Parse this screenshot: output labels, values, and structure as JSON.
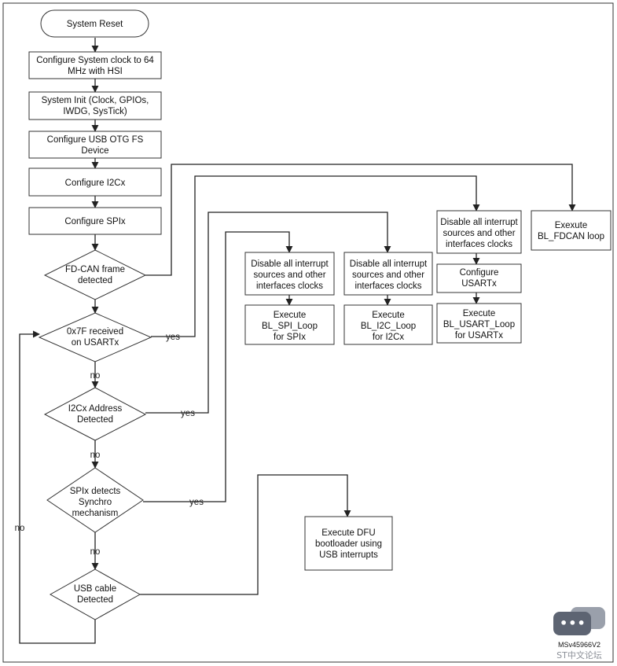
{
  "nodes": {
    "system_reset": [
      "System Reset"
    ],
    "config_clock": [
      "Configure System clock to 64",
      "MHz with HSI"
    ],
    "system_init": [
      "System Init (Clock, GPIOs,",
      "IWDG, SysTick)"
    ],
    "config_usb": [
      "Configure USB OTG FS",
      "Device"
    ],
    "config_i2c": [
      "Configure I2Cx"
    ],
    "config_spi": [
      "Configure SPIx"
    ],
    "fdcan_detected": [
      "FD-CAN frame",
      "detected"
    ],
    "usart_received": [
      "0x7F received",
      "on USARTx"
    ],
    "i2c_detected": [
      "I2Cx Address",
      "Detected"
    ],
    "spi_detected": [
      "SPIx detects",
      "Synchro",
      "mechanism"
    ],
    "usb_detected": [
      "USB cable",
      "Detected"
    ],
    "spi_disable": [
      "Disable all interrupt",
      "sources and other",
      "interfaces clocks"
    ],
    "spi_execute": [
      "Execute",
      "BL_SPI_Loop",
      "for SPIx"
    ],
    "i2c_disable": [
      "Disable all interrupt",
      "sources and other",
      "interfaces clocks"
    ],
    "i2c_execute": [
      "Execute",
      "BL_I2C_Loop",
      "for I2Cx"
    ],
    "usart_disable": [
      "Disable all interrupt",
      "sources and other",
      "interfaces clocks"
    ],
    "usart_config": [
      "Configure",
      "USARTx"
    ],
    "usart_execute": [
      "Execute",
      "BL_USART_Loop",
      "for USARTx"
    ],
    "fdcan_execute": [
      "Exexute",
      "BL_FDCAN loop"
    ],
    "dfu_execute": [
      "Execute DFU",
      "bootloader using",
      "USB interrupts"
    ]
  },
  "edge_labels": {
    "yes_usart": "yes",
    "yes_i2c": "yes",
    "yes_spi": "yes",
    "no_usart": "no",
    "no_i2c": "no",
    "no_spi": "no",
    "no_loop": "no"
  },
  "watermark": {
    "icon": "chat-bubbles-icon",
    "figure_id": "MSv45966V2",
    "site": "ST中文论坛"
  }
}
